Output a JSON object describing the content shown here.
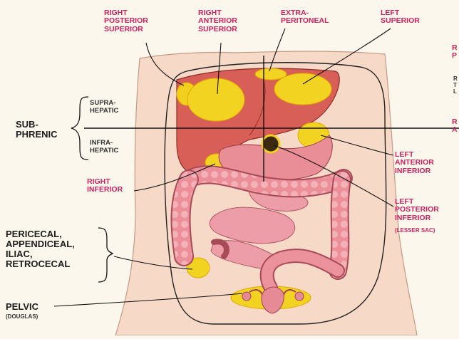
{
  "labels": {
    "right_posterior_superior": "RIGHT\nPOSTERIOR\nSUPERIOR",
    "right_anterior_superior": "RIGHT\nANTERIOR\nSUPERIOR",
    "extraperitoneal": "EXTRA-\nPERITONEAL",
    "left_superior": "LEFT\nSUPERIOR",
    "subphrenic": "SUB-\nPHRENIC",
    "suprahepatic": "SUPRA-\nHEPATIC",
    "infrahepatic": "INFRA-\nHEPATIC",
    "right_inferior": "RIGHT\nINFERIOR",
    "left_anterior_inferior": "LEFT\nANTERIOR\nINFERIOR",
    "left_posterior_inferior": "LEFT\nPOSTERIOR\nINFERIOR",
    "lesser_sac": "(LESSER SAC)",
    "pericecal": "PERICECAL,\nAPPENDICEAL,\nILIAC,\nRETROCECAL",
    "pelvic": "PELVIC",
    "douglas": "(DOUGLAS)",
    "edge_r_posterior": "R\nP",
    "edge_r_small": "R\nT\nL",
    "edge_r_anterior": "R\nA"
  },
  "colors": {
    "label_pink": "#d0215e",
    "label_dark": "#1d1d1d",
    "skin": "#f6d7c6",
    "liver": "#d65a52",
    "abscess_yellow": "#f2d21b",
    "colon": "#e98a95",
    "small_bowel": "#eb9aa6"
  }
}
